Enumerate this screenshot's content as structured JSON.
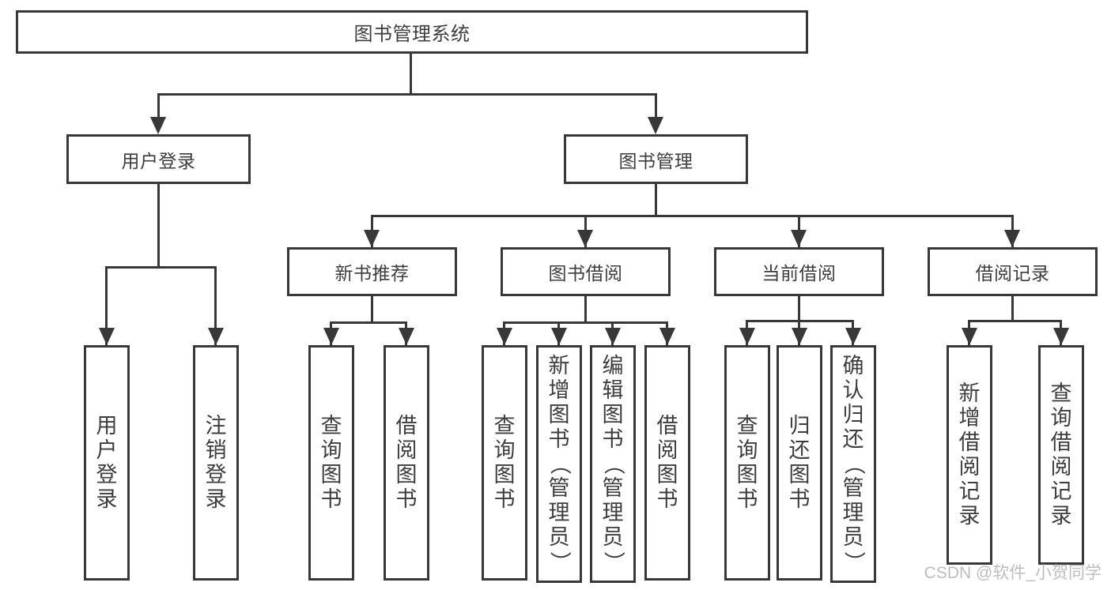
{
  "tree": {
    "root": "图书管理系统",
    "children": [
      {
        "label": "用户登录",
        "children": [
          "用户登录",
          "注销登录"
        ]
      },
      {
        "label": "图书管理",
        "children": [
          {
            "label": "新书推荐",
            "children": [
              "查询图书",
              "借阅图书"
            ]
          },
          {
            "label": "图书借阅",
            "children": [
              "查询图书",
              "新增图书（管理员）",
              "编辑图书（管理员）",
              "借阅图书"
            ]
          },
          {
            "label": "当前借阅",
            "children": [
              "查询图书",
              "归还图书",
              "确认归还（管理员）"
            ]
          },
          {
            "label": "借阅记录",
            "children": [
              "新增借阅记录",
              "查询借阅记录"
            ]
          }
        ]
      }
    ]
  },
  "watermark": {
    "text": "CSDN @软件_小贺同学"
  },
  "colors": {
    "line": "#383838",
    "text": "#3d3d3d",
    "background": "#ffffff",
    "watermark": "#bdbdbd"
  }
}
